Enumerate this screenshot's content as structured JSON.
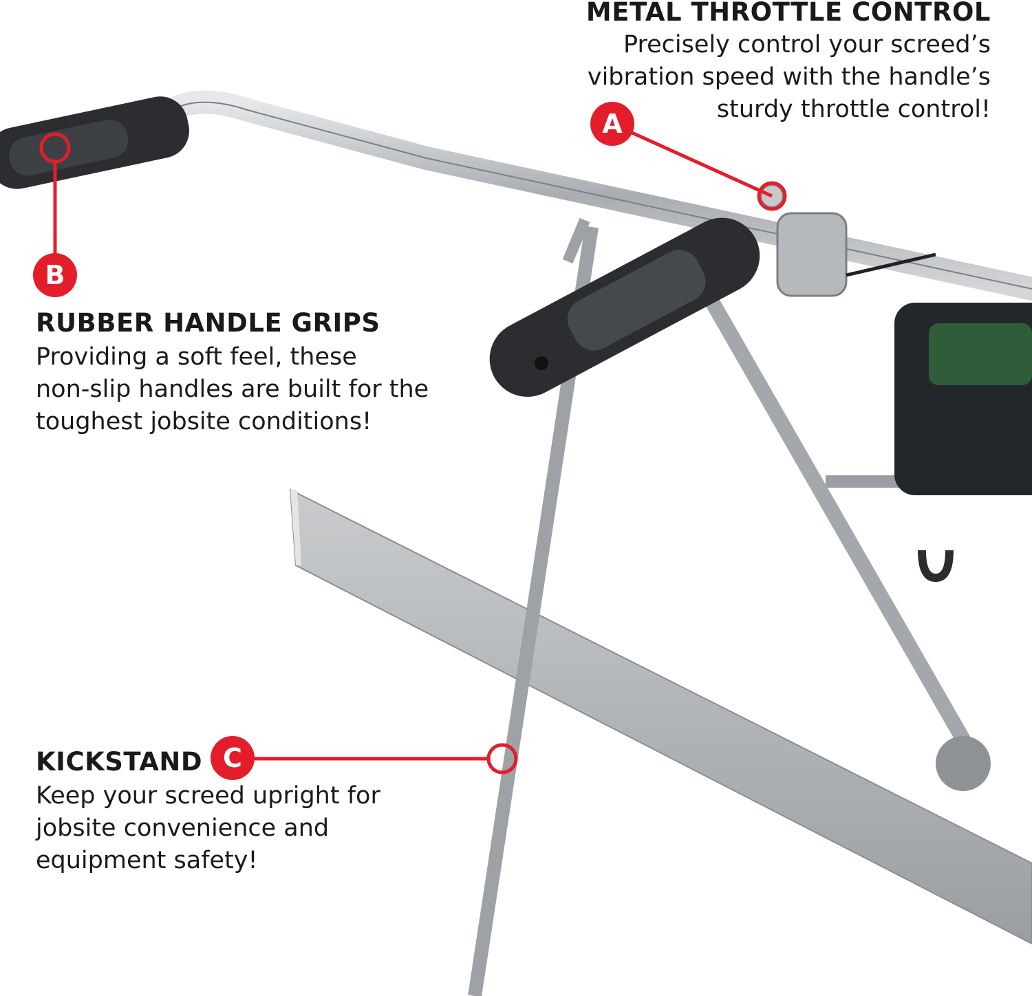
{
  "colors": {
    "accent": "#e31e2a",
    "text": "#1a1a1a"
  },
  "callouts": {
    "throttle": {
      "badge": "A",
      "title": "METAL THROTTLE CONTROL",
      "lines": [
        "Precisely control your screed’s",
        "vibration speed with the handle’s",
        "sturdy throttle control!"
      ]
    },
    "grips": {
      "badge": "B",
      "title": "RUBBER HANDLE GRIPS",
      "lines": [
        "Providing a soft feel, these",
        "non-slip handles are built for the",
        "toughest jobsite conditions!"
      ]
    },
    "kickstand": {
      "badge": "C",
      "title": "KICKSTAND",
      "lines": [
        "Keep your screed upright for",
        "jobsite convenience and",
        "equipment safety!"
      ]
    }
  }
}
